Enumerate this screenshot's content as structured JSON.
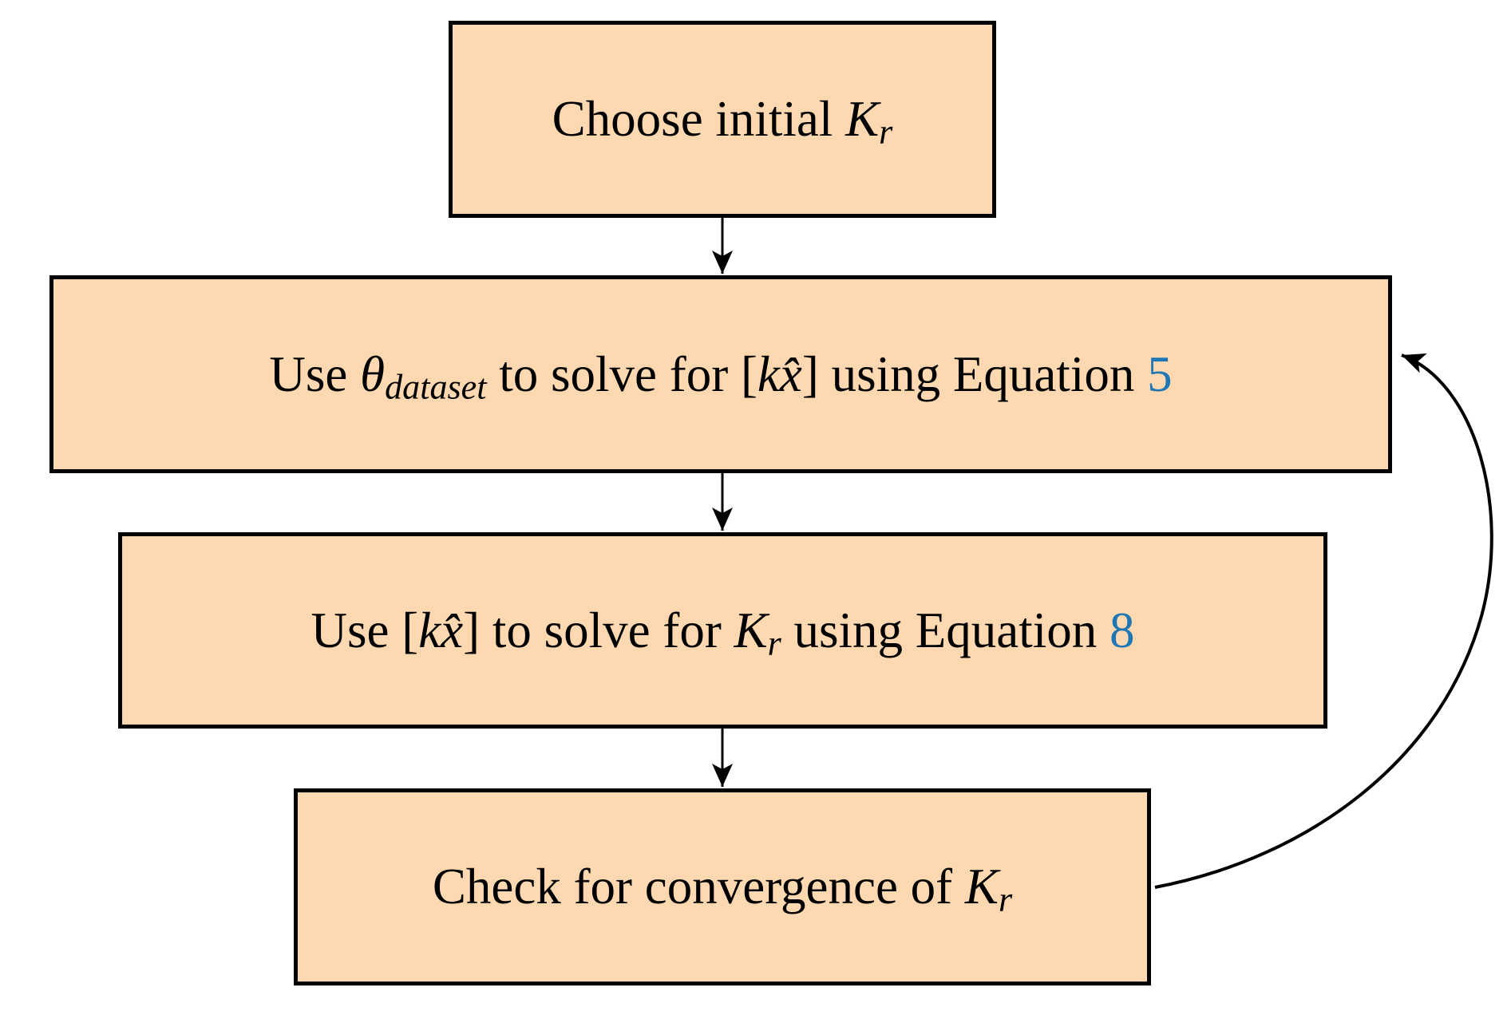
{
  "diagram": {
    "type": "flowchart",
    "colors": {
      "background": "#FFFFFF",
      "box_fill": "#FDD8B0",
      "box_border": "#000000",
      "arrow": "#000000",
      "text": "#000000",
      "equation_link": "#1E77B4"
    },
    "nodes": [
      {
        "id": "choose-initial-kr",
        "label": "Choose initial Kr",
        "segments": [
          {
            "text": "Choose initial "
          },
          {
            "text": "K"
          },
          {
            "text": "r"
          }
        ]
      },
      {
        "id": "solve-kx-equation-5",
        "label": "Use θdataset to solve for [kx̂] using Equation 5",
        "segments": [
          {
            "text": "Use "
          },
          {
            "text": "θ"
          },
          {
            "text": "dataset"
          },
          {
            "text": " to solve for "
          },
          {
            "text": "["
          },
          {
            "text": "kx̂"
          },
          {
            "text": "]"
          },
          {
            "text": " using Equation "
          },
          {
            "text": "5"
          }
        ]
      },
      {
        "id": "solve-kr-equation-8",
        "label": "Use [kx̂] to solve for Kr using Equation 8",
        "segments": [
          {
            "text": "Use "
          },
          {
            "text": "["
          },
          {
            "text": "kx̂"
          },
          {
            "text": "]"
          },
          {
            "text": " to solve for "
          },
          {
            "text": "K"
          },
          {
            "text": "r"
          },
          {
            "text": " using Equation "
          },
          {
            "text": "8"
          }
        ]
      },
      {
        "id": "check-convergence-kr",
        "label": "Check for convergence of Kr",
        "segments": [
          {
            "text": "Check for convergence of "
          },
          {
            "text": "K"
          },
          {
            "text": "r"
          }
        ]
      }
    ],
    "edges": [
      {
        "from": "choose-initial-kr",
        "to": "solve-kx-equation-5",
        "style": "straight-down"
      },
      {
        "from": "solve-kx-equation-5",
        "to": "solve-kr-equation-8",
        "style": "straight-down"
      },
      {
        "from": "solve-kr-equation-8",
        "to": "check-convergence-kr",
        "style": "straight-down"
      },
      {
        "from": "check-convergence-kr",
        "to": "solve-kx-equation-5",
        "style": "curved-right-feedback"
      }
    ]
  }
}
